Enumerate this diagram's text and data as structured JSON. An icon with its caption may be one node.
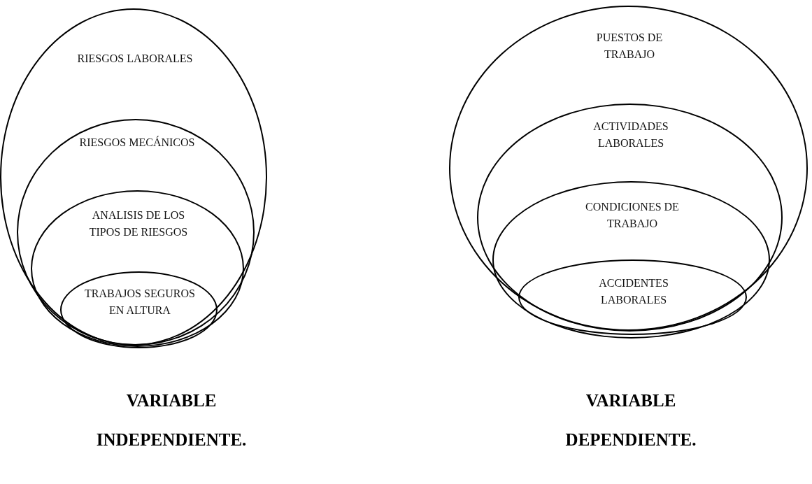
{
  "diagram": {
    "nodes": [
      {
        "text": [
          "RIESGOS LABORALES"
        ]
      },
      {
        "text": [
          "RIESGOS MECÁNICOS"
        ],
        "in": 0
      },
      {
        "text": [
          "ANALISIS DE LOS TIPOS DE RIESGOS"
        ],
        "in": 1
      },
      {
        "text": [
          "TRABAJOS SEGUROS EN ALTURA"
        ],
        "in": 2
      },
      {
        "text": [
          "PUESTOS DE TRABAJO"
        ]
      },
      {
        "text": [
          "ACTIVIDADES LABORALES"
        ],
        "in": 4
      },
      {
        "text": [
          "CONDICIONES DE TRABAJO"
        ],
        "in": 5
      },
      {
        "text": [
          "ACCIDENTES LABORALES"
        ],
        "in": 6
      }
    ],
    "edges": [],
    "labels": [
      "VARIABLE INDEPENDIENTE.",
      "VARIABLE DEPENDIENTE."
    ]
  }
}
